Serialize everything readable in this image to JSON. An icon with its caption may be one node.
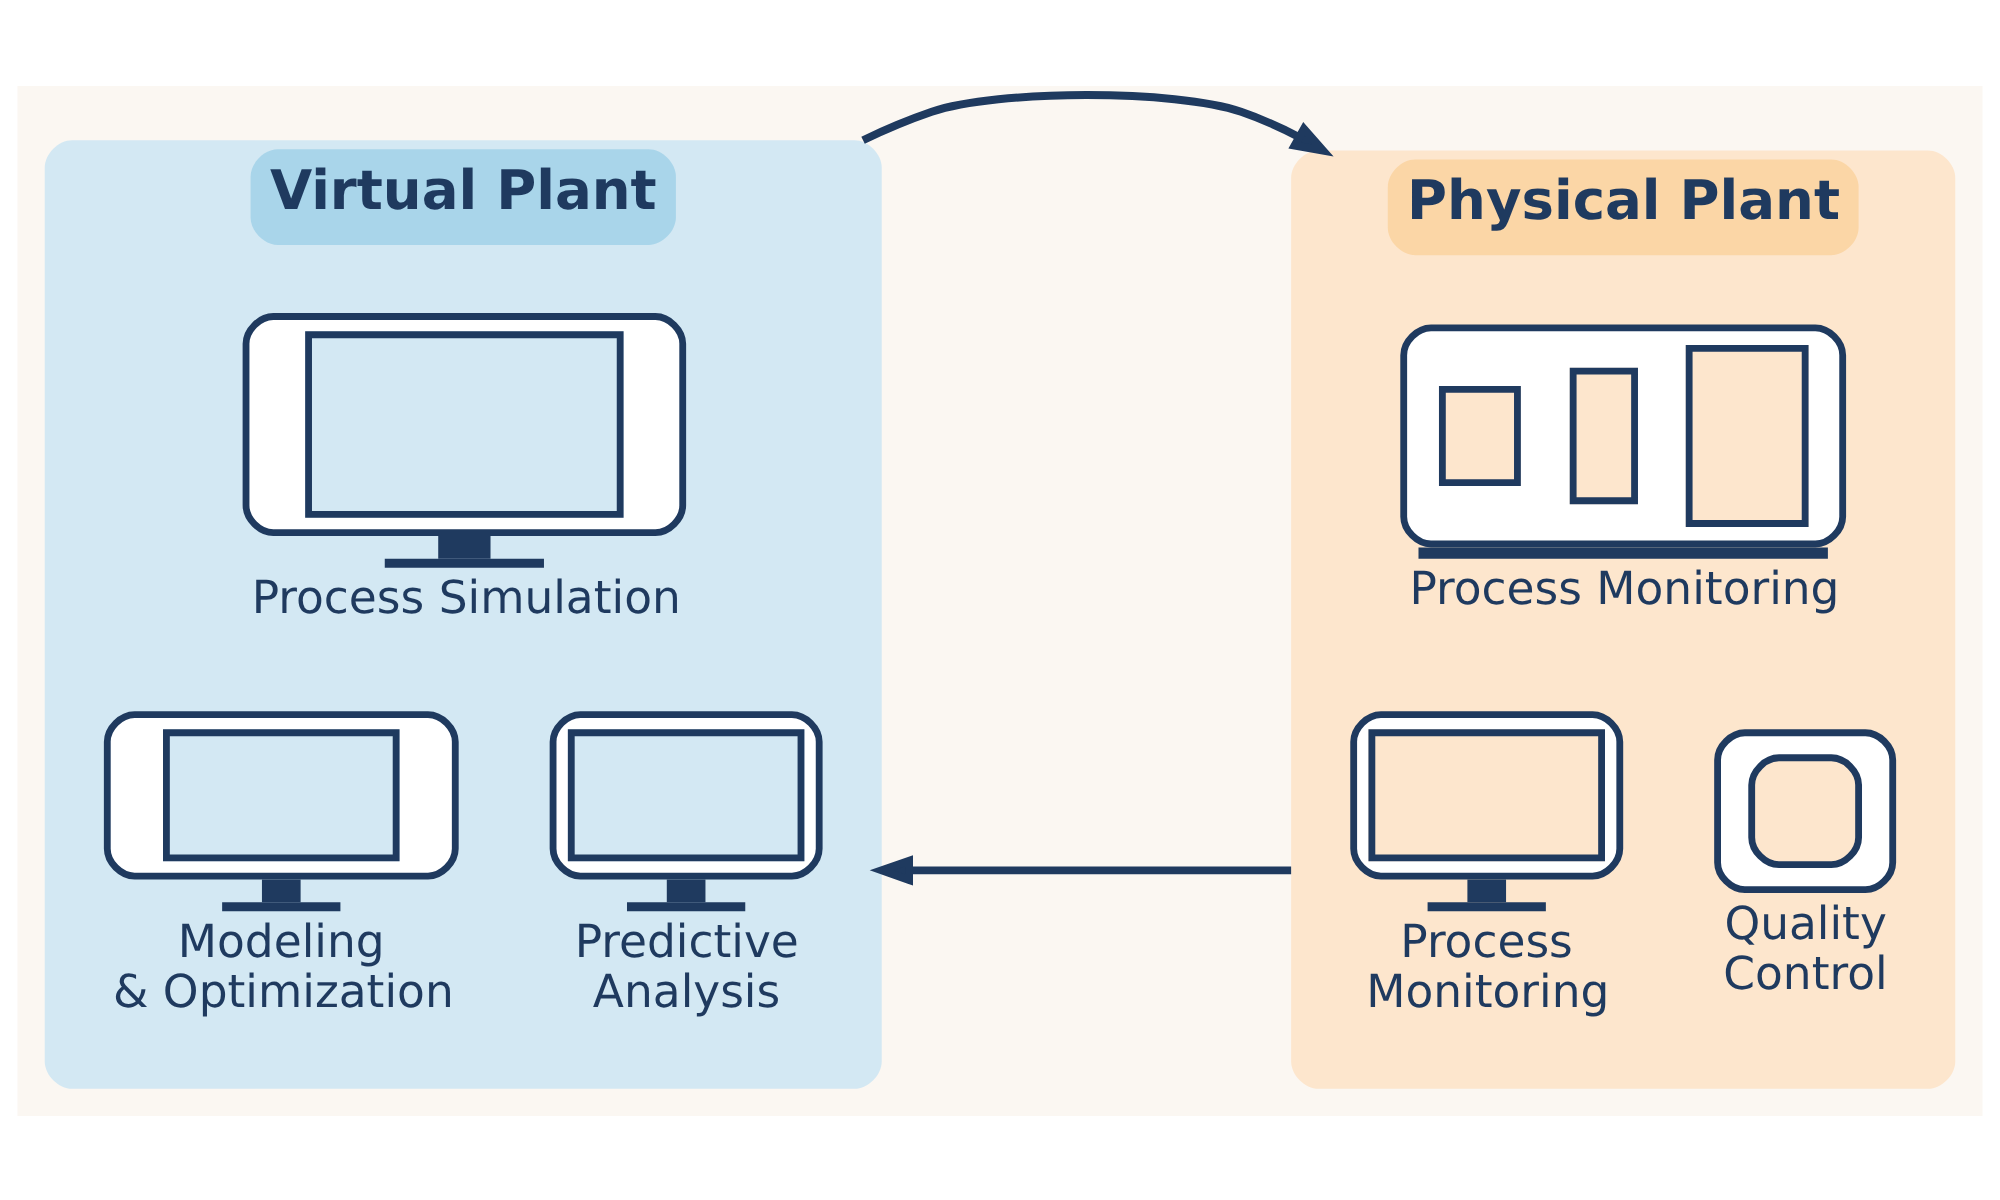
{
  "diagram": {
    "nodes": [
      {
        "text": [
          "Virtual Plant"
        ]
      },
      {
        "text": [
          "Process Simulation"
        ],
        "in": 0
      },
      {
        "text": [
          "Modeling & Optimization"
        ],
        "in": 0
      },
      {
        "text": [
          "Predictive Analysis"
        ],
        "in": 0
      },
      {
        "text": [
          "Physical Plant"
        ]
      },
      {
        "text": [
          "Process Monitoring"
        ],
        "in": 4
      },
      {
        "text": [
          "Process Monitoring"
        ],
        "in": 4
      },
      {
        "text": [
          "Quality Control"
        ],
        "in": 4
      }
    ],
    "edges": [
      {
        "from": 0,
        "to": 4,
        "arrow": "to"
      },
      {
        "from": 4,
        "to": 0,
        "arrow": "to"
      }
    ]
  }
}
